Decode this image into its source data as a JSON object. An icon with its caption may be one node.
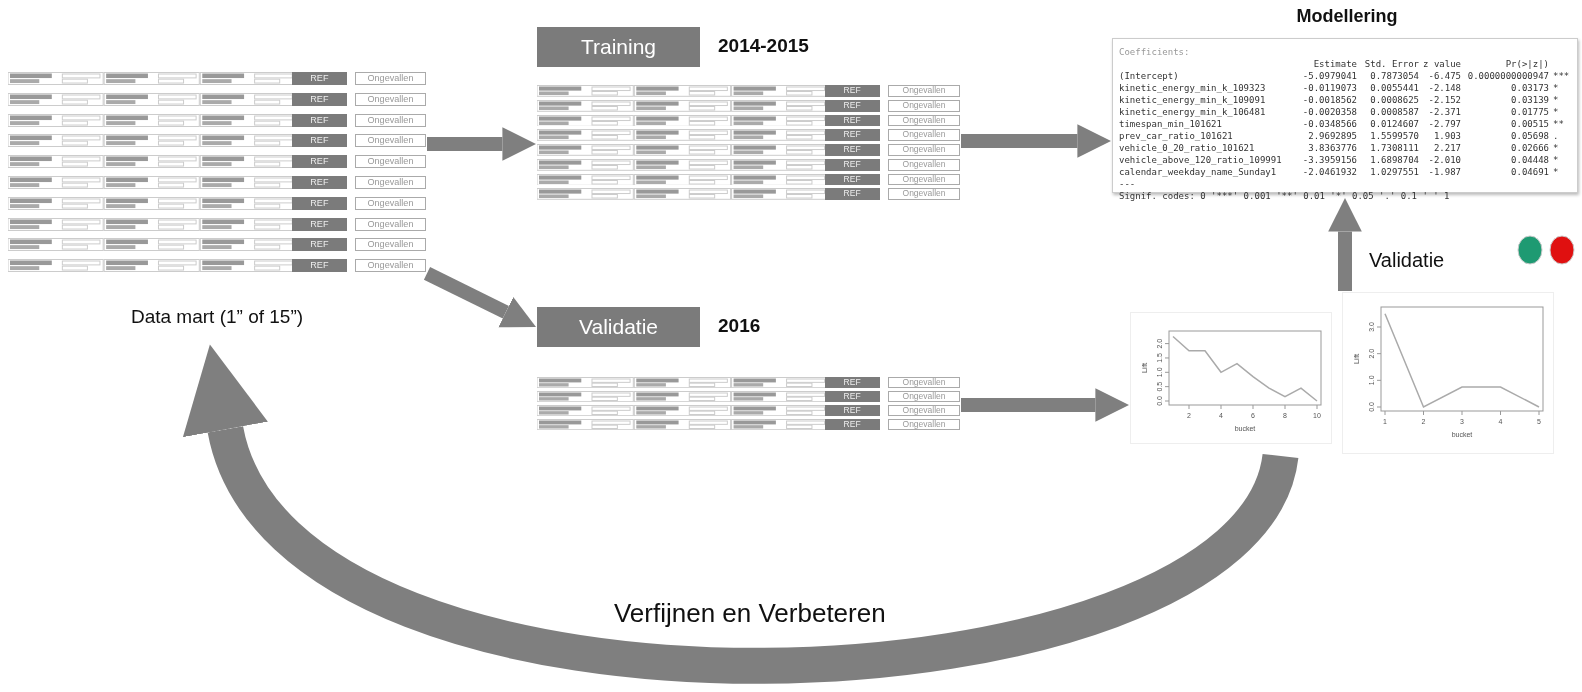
{
  "diagram": {
    "nodes": [
      {
        "text": [],
        "shape": "picture",
        "beside": [
          "Data mart (1” of 15”)"
        ]
      },
      {
        "text": [
          "Training"
        ],
        "beside": [
          "2014-2015"
        ]
      },
      {
        "text": [],
        "shape": "picture"
      },
      {
        "text": [
          "Validatie"
        ],
        "beside": [
          "2016"
        ]
      },
      {
        "text": [],
        "shape": "picture"
      },
      {
        "text": [
          "Modellering"
        ]
      },
      {
        "text": [],
        "shape": "picture"
      }
    ],
    "edges": [
      {
        "from": 0,
        "to": 2,
        "arrow": "to"
      },
      {
        "from": 0,
        "to": 3,
        "arrow": "to"
      },
      {
        "from": 2,
        "to": 5,
        "arrow": "to"
      },
      {
        "from": 4,
        "to": 6,
        "arrow": "to"
      },
      {
        "from": 6,
        "to": 5,
        "arrow": "to",
        "label": "Validatie"
      },
      {
        "from": 6,
        "to": 0,
        "arrow": "to",
        "label": "Verfijnen en Verbeteren",
        "style": "thick"
      }
    ],
    "labels": [
      "REF",
      "Ongevallen",
      "REF",
      "Ongevallen",
      "REF",
      "Ongevallen",
      "REF",
      "Ongevallen",
      "REF",
      "Ongevallen",
      "REF",
      "Ongevallen",
      "REF",
      "Ongevallen",
      "REF",
      "Ongevallen",
      "REF",
      "Ongevallen",
      "REF",
      "Ongevallen",
      "REF",
      "Ongevallen",
      "REF",
      "Ongevallen",
      "REF",
      "Ongevallen",
      "REF",
      "Ongevallen",
      "REF",
      "Ongevallen",
      "REF",
      "Ongevallen",
      "REF",
      "Ongevallen",
      "REF",
      "Ongevallen",
      "REF",
      "Ongevallen",
      "REF",
      "Ongevallen",
      "REF",
      "Ongevallen",
      "REF",
      "Ongevallen",
      "Coefficients:",
      "Estimate",
      "Std. Error",
      "z value",
      "Pr(>|z|)",
      "(Intercept)",
      "-5.0979041",
      "0.7873054",
      "-6.475",
      "0.0000000000947",
      "***",
      "kinetic_energy_min_k_109323",
      "-0.0119073",
      "0.0055441",
      "-2.148",
      "0.03173",
      "*",
      "kinetic_energy_min_k_109091",
      "-0.0018562",
      "0.0008625",
      "-2.152",
      "0.03139",
      "*",
      "kinetic_energy_min_k_106481",
      "-0.0020358",
      "0.0008587",
      "-2.371",
      "0.01775",
      "*",
      "timespan_min_101621",
      "-0.0348566",
      "0.0124607",
      "-2.797",
      "0.00515",
      "**",
      "prev_car_ratio_101621",
      "2.9692895",
      "1.5599570",
      "1.903",
      "0.05698",
      ".",
      "vehicle_0_20_ratio_101621",
      "3.8363776",
      "1.7308111",
      "2.217",
      "0.02666",
      "*",
      "vehicle_above_120_ratio_109991",
      "-3.3959156",
      "1.6898704",
      "-2.010",
      "0.04448",
      "*",
      "calendar_weekday_name_Sunday1",
      "-2.0461932",
      "1.0297551",
      "-1.987",
      "0.04691",
      "*",
      "---",
      "Signif. codes: 0 '***' 0.001 '**' 0.01 '*' 0.05 '.' 0.1 ' ' 1",
      "Lift",
      "0.0",
      "0.5",
      "1.0",
      "1.5",
      "2.0",
      "2",
      "4",
      "6",
      "8",
      "10",
      "bucket",
      "Lift",
      "0.0",
      "1.0",
      "2.0",
      "3.0",
      "1",
      "2",
      "3",
      "4",
      "5",
      "bucket"
    ]
  }
}
